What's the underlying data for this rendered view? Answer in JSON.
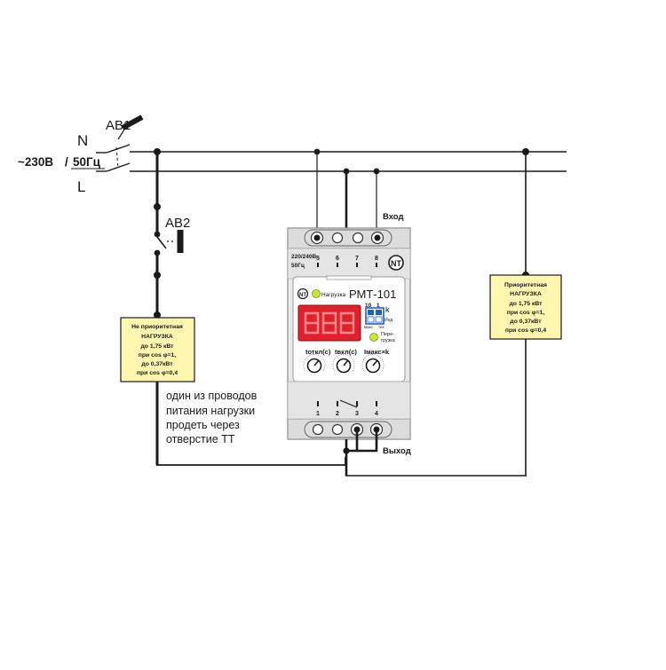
{
  "supply": {
    "n": "N",
    "l": "L",
    "voltage": "~230В",
    "slash": "/",
    "freq": "50Гц"
  },
  "breakers": {
    "ab1": "АВ1",
    "ab2": "АВ2"
  },
  "device": {
    "vhod": "Вход",
    "vyhod": "Выход",
    "rating_line1": "220/240В",
    "rating_line2": "50Гц",
    "top_terminals": [
      "5",
      "6",
      "7",
      "8"
    ],
    "bottom_terminals": [
      "1",
      "2",
      "3",
      "4"
    ],
    "model": "РМТ-101",
    "load_label": "Нагрузка",
    "overload_line1": "Пере-",
    "overload_line2": "грузка",
    "switch_10": "10",
    "switch_1": "1",
    "switch_k": "k",
    "switch_ind": "Инд",
    "switch_maks": "макс",
    "switch_tek": "тек",
    "knob_labels": [
      "tоткл(с)",
      "tвкл(с)",
      "Iмакс×k"
    ],
    "logo": "NT"
  },
  "load_nonpriority": {
    "lines": [
      "Не приоритетная",
      "НАГРУЗКА",
      "до 1,75 кВт",
      "при cos φ=1,",
      "до 0,37кВт",
      "при cos φ=0,4"
    ]
  },
  "load_priority": {
    "lines": [
      "Приоритетная",
      "НАГРУЗКА",
      "до 1,75 кВт",
      "при cos φ=1,",
      "до 0,37кВт",
      "при cos φ=0,4"
    ]
  },
  "note": {
    "lines": [
      "один из проводов",
      "питания нагрузки",
      "продеть через",
      "отверстие ТТ"
    ]
  },
  "colors": {
    "wire": "#1a1a1a",
    "device_body": "#e7e7e7",
    "device_stroke": "#8a8a8a",
    "display_red": "#e0202a",
    "load_box_fill": "#fff6b0",
    "led_green": "#c8e830"
  }
}
